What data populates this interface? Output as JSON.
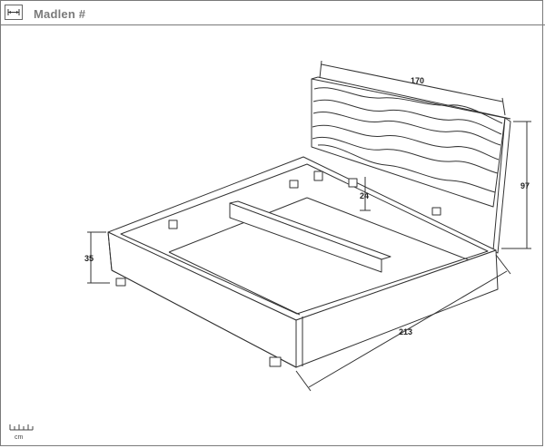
{
  "header": {
    "title": "Madlen #",
    "icon": "width-dimension-icon"
  },
  "dimensions": {
    "headboard_width": "170",
    "headboard_height": "97",
    "frame_height": "35",
    "slat_gap": "24",
    "bed_length": "213"
  },
  "scale": {
    "unit": "cm"
  },
  "colors": {
    "line": "#333333",
    "frame_border": "#7a7a7a",
    "title": "#7a7a7a"
  }
}
